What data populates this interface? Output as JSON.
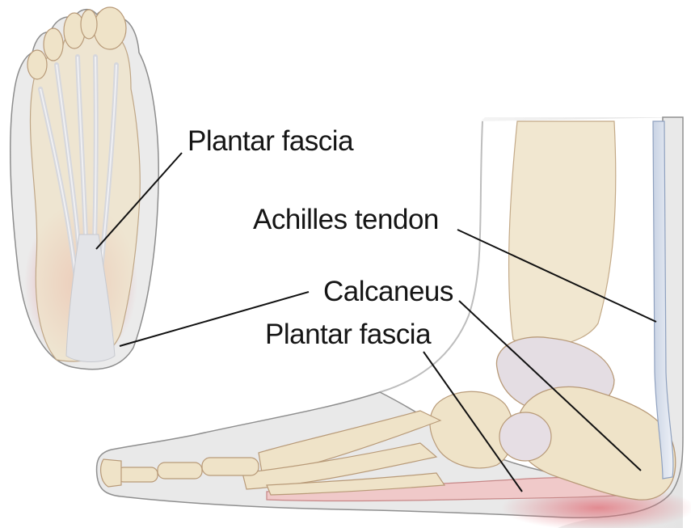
{
  "labels": {
    "plantar_fascia_top": "Plantar fascia",
    "achilles_tendon": "Achilles tendon",
    "calcaneus": "Calcaneus",
    "plantar_fascia_side": "Plantar fascia"
  },
  "colors": {
    "bone": "#efe3c8",
    "bone_outline": "#b89a78",
    "skin": "#e6e6e6",
    "skin_outline": "#8f8f8f",
    "fascia": "#dfe0e4",
    "inflammation": "#e8838a",
    "leader_line": "#111111"
  }
}
